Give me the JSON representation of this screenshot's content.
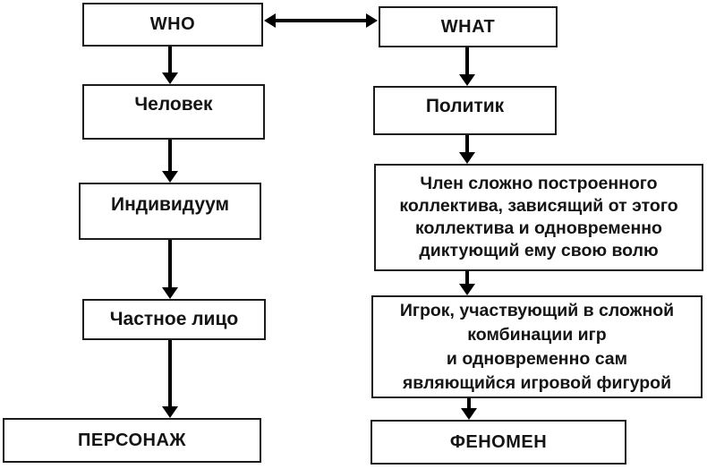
{
  "diagram": {
    "columns": [
      {
        "id": "who",
        "nodes": [
          {
            "id": "who",
            "label": "WHO"
          },
          {
            "id": "human",
            "label": "Человек"
          },
          {
            "id": "individual",
            "label": "Индивидуум"
          },
          {
            "id": "private-person",
            "label": "Частное лицо"
          },
          {
            "id": "character",
            "label": "ПЕРСОНАЖ"
          }
        ]
      },
      {
        "id": "what",
        "nodes": [
          {
            "id": "what",
            "label": "WHAT"
          },
          {
            "id": "politician",
            "label": "Политик"
          },
          {
            "id": "collective-member",
            "label": "Член сложно построенного\nколлектива, зависящий от этого\nколлектива и одновременно\nдиктующий ему свою волю"
          },
          {
            "id": "player",
            "label": "Игрок, участвующий в сложной\nкомбинации игр\nи одновременно сам\nявляющийся игровой фигурой"
          },
          {
            "id": "phenomenon",
            "label": "ФЕНОМЕН"
          }
        ]
      }
    ],
    "edges": [
      {
        "from": "who",
        "to": "what",
        "style": "double-headed"
      },
      {
        "from": "who",
        "to": "human",
        "style": "arrow-down"
      },
      {
        "from": "human",
        "to": "individual",
        "style": "arrow-down"
      },
      {
        "from": "individual",
        "to": "private-person",
        "style": "arrow-down"
      },
      {
        "from": "private-person",
        "to": "character",
        "style": "arrow-down"
      },
      {
        "from": "what",
        "to": "politician",
        "style": "arrow-down"
      },
      {
        "from": "politician",
        "to": "collective-member",
        "style": "arrow-down"
      },
      {
        "from": "collective-member",
        "to": "player",
        "style": "arrow-down"
      },
      {
        "from": "player",
        "to": "phenomenon",
        "style": "arrow-down"
      }
    ],
    "colors": {
      "line": "#000000",
      "box_border": "#1c1c1c",
      "box_fill": "#ffffff",
      "text": "#141414",
      "background": "#ffffff"
    }
  }
}
